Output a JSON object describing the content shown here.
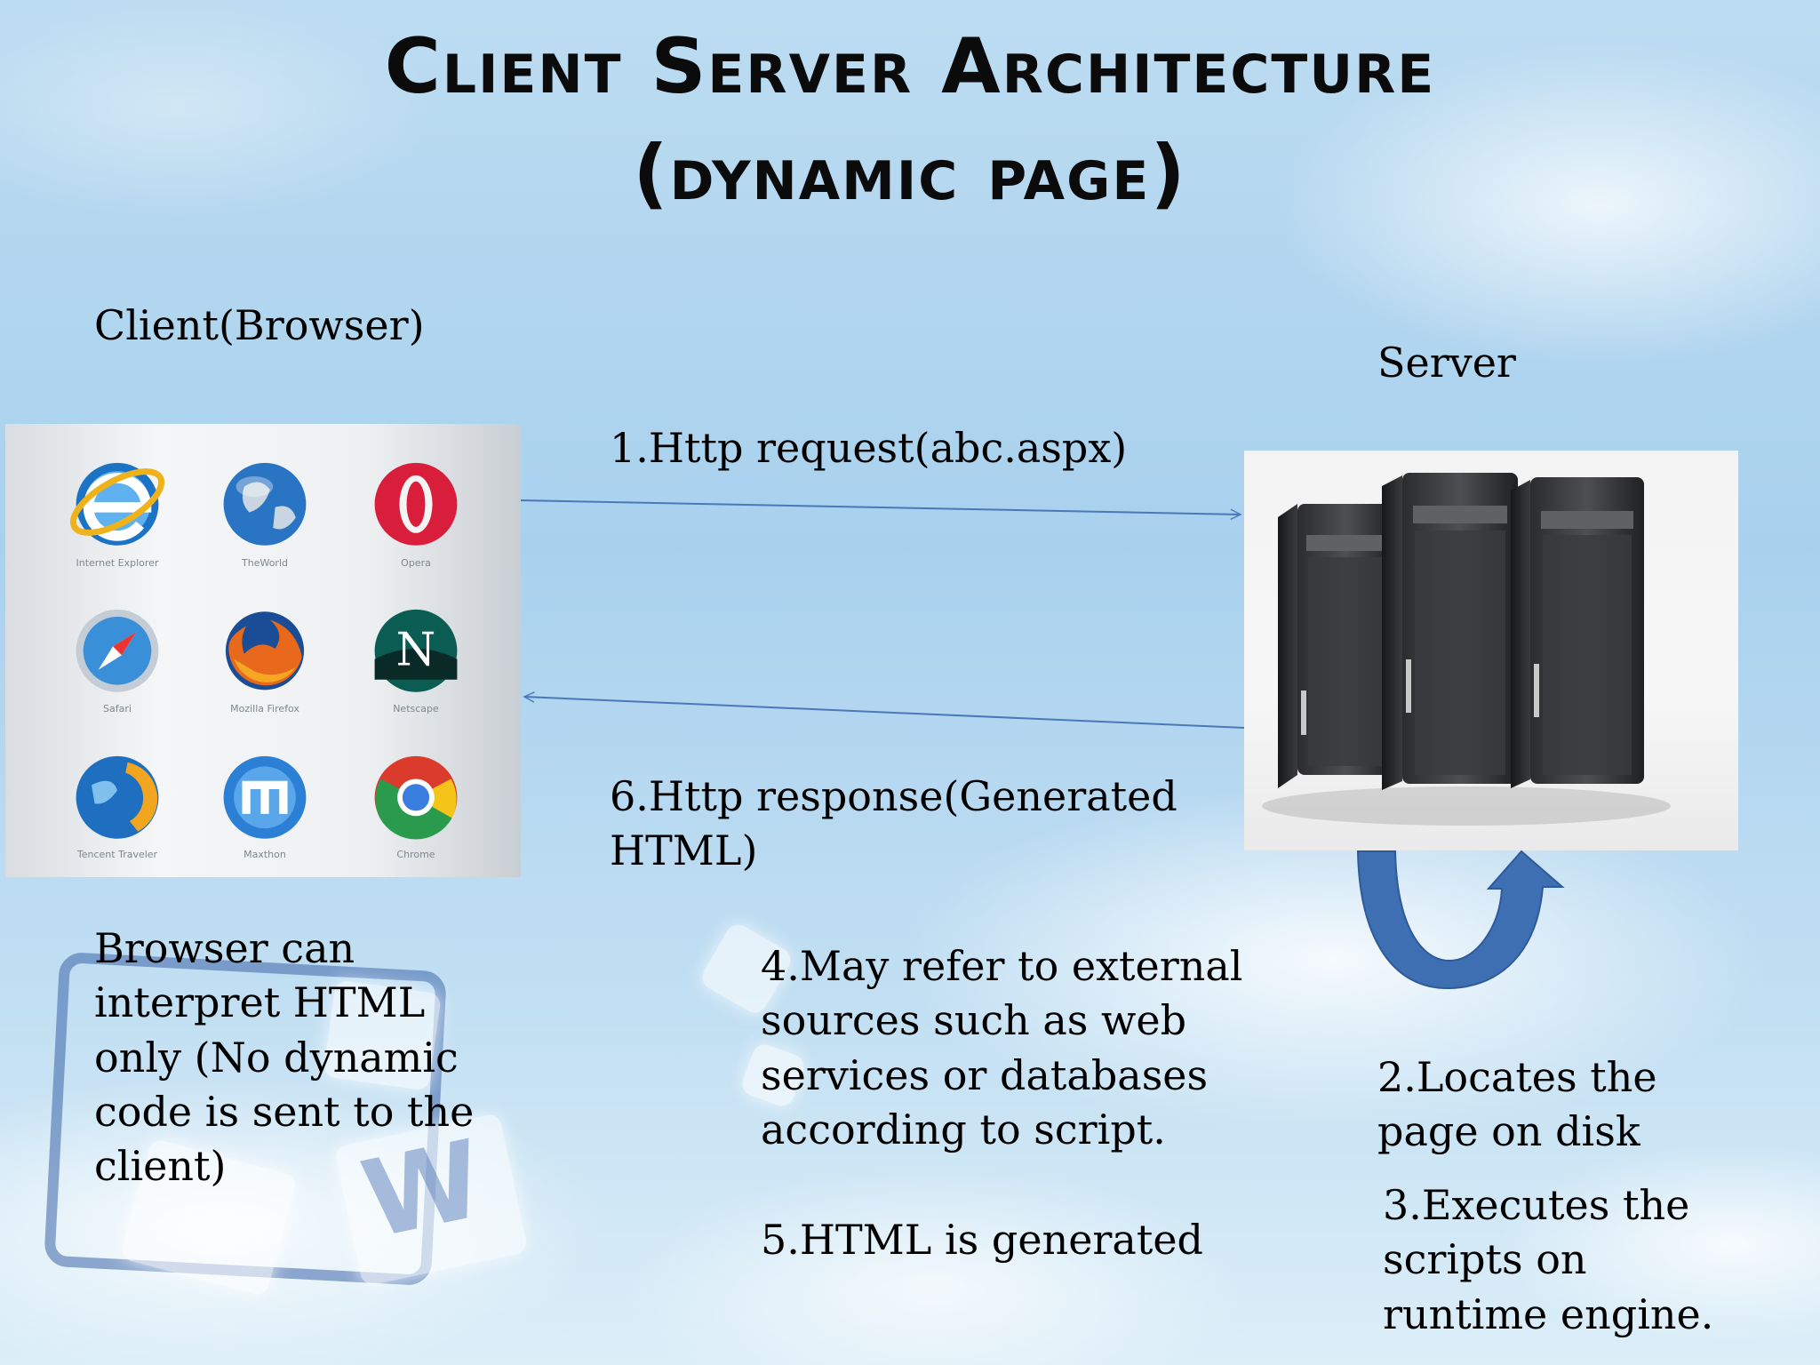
{
  "title": {
    "line1": "Client Server Architecture",
    "line2": "(dynamic page)"
  },
  "labels": {
    "client": "Client(Browser)",
    "server": "Server",
    "request": "1.Http request(abc.aspx)",
    "response_line1": "6.Http response(Generated",
    "response_line2": "HTML)",
    "browser_note": [
      "Browser can",
      "interpret HTML",
      "only (No dynamic",
      "code is sent to the",
      "client)"
    ],
    "external": [
      "4.May refer to external",
      "sources such as web",
      "services or databases",
      "according to script."
    ],
    "generated": "5.HTML is generated",
    "locate": [
      "2.Locates the",
      "page on disk"
    ],
    "execute": [
      "3.Executes the",
      "scripts on",
      "runtime engine."
    ]
  },
  "browsers": [
    {
      "name": "Internet Explorer",
      "icon": "internet-explorer-icon"
    },
    {
      "name": "TheWorld",
      "icon": "theworld-icon"
    },
    {
      "name": "Opera",
      "icon": "opera-icon"
    },
    {
      "name": "Safari",
      "icon": "safari-icon"
    },
    {
      "name": "Mozilla Firefox",
      "icon": "firefox-icon"
    },
    {
      "name": "Netscape",
      "icon": "netscape-icon"
    },
    {
      "name": "Tencent Traveler",
      "icon": "tencent-traveler-icon"
    },
    {
      "name": "Maxthon",
      "icon": "maxthon-icon"
    },
    {
      "name": "Chrome",
      "icon": "chrome-icon"
    }
  ],
  "colors": {
    "arrow": "#4a78b8",
    "loop_arrow": "#3f6fb3",
    "title": "#0b0b0b"
  }
}
